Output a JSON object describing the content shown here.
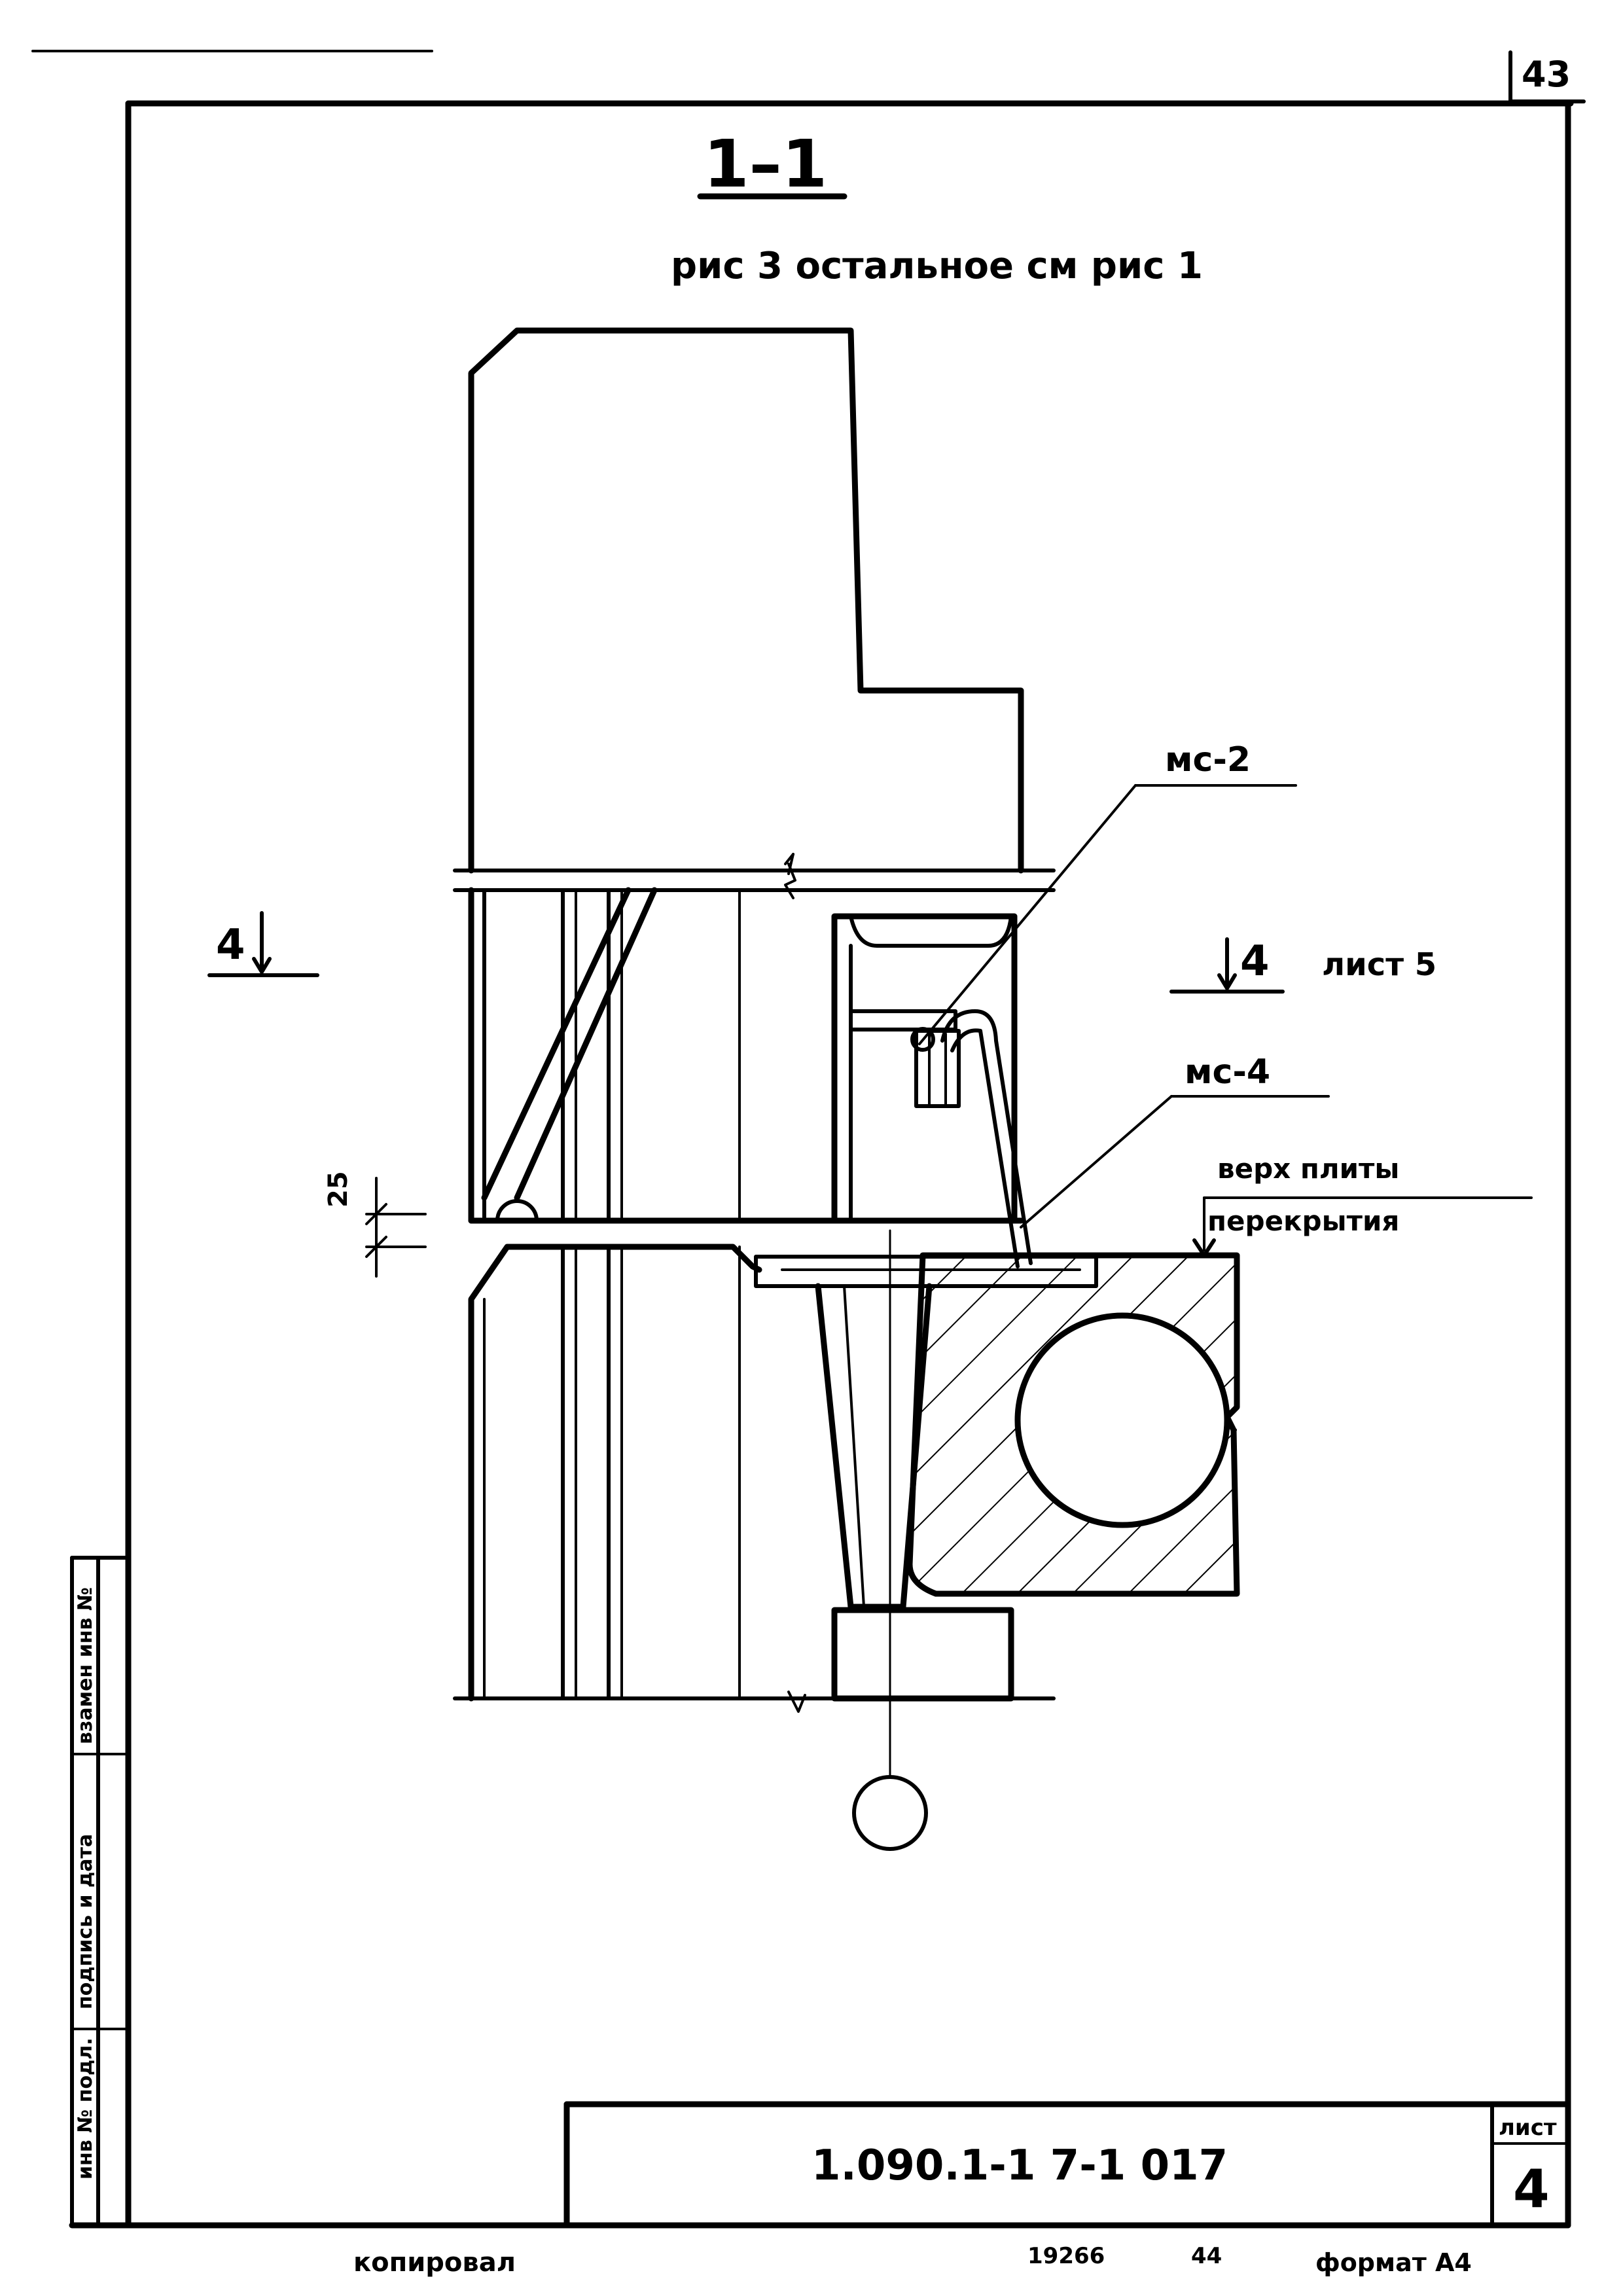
{
  "sheet": {
    "page_number": "43",
    "section_title": "1–1",
    "subtitle": "рис 3   остальное см рис 1",
    "section_mark_left": "4",
    "section_mark_right": "4",
    "section_ref": "лист 5",
    "dimension_25": "25"
  },
  "callouts": {
    "mc2": "мс-2",
    "mc4": "мс-4",
    "slab_top_line1": "верх плиты",
    "slab_top_line2": "перекрытия"
  },
  "stamp_fields": {
    "inv_podl": "инв № подл.",
    "podpis_data": "подпись и дата",
    "vzamen_inv": "взамен инв №"
  },
  "title_block": {
    "code": "1.090.1-1   7-1   017",
    "sheet_label": "лист",
    "sheet_number": "4"
  },
  "footer": {
    "copied": "копировал",
    "order_number": "19266",
    "order_sub": "44",
    "format": "формат А4"
  }
}
